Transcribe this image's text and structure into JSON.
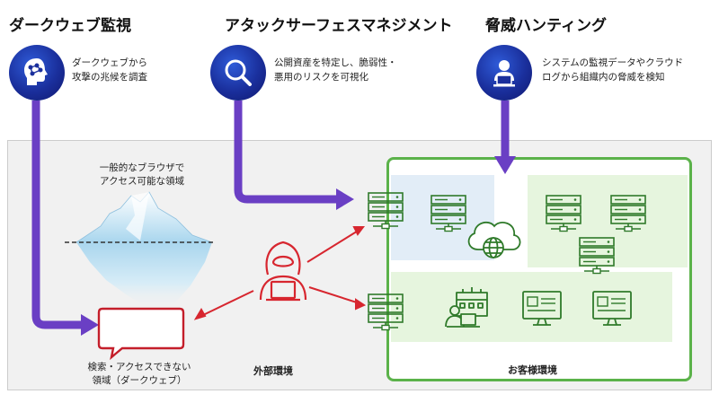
{
  "sections": [
    {
      "title": "ダークウェブ監視",
      "desc_line1": "ダークウェブから",
      "desc_line2": "攻撃の兆候を調査"
    },
    {
      "title": "アタックサーフェスマネジメント",
      "desc_line1": "公開資産を特定し、脆弱性・",
      "desc_line2": "悪用のリスクを可視化"
    },
    {
      "title": "脅威ハンティング",
      "desc_line1": "システムの監視データやクラウド",
      "desc_line2": "ログから組織内の脅威を検知"
    }
  ],
  "iceberg": {
    "top_label_line1": "一般的なブラウザで",
    "top_label_line2": "アクセス可能な領域",
    "bottom_label_line1": "検索・アクセスできない",
    "bottom_label_line2": "領域（ダークウェブ）"
  },
  "external_label": "外部環境",
  "customer_label": "お客様環境",
  "colors": {
    "purple_arrow": "#6a3fc4",
    "green_border": "#5bb24a",
    "green_fill": "#e6f5de",
    "blue_fill": "#e2edf7",
    "red": "#d7262f",
    "navy": "#1a2f9c"
  }
}
